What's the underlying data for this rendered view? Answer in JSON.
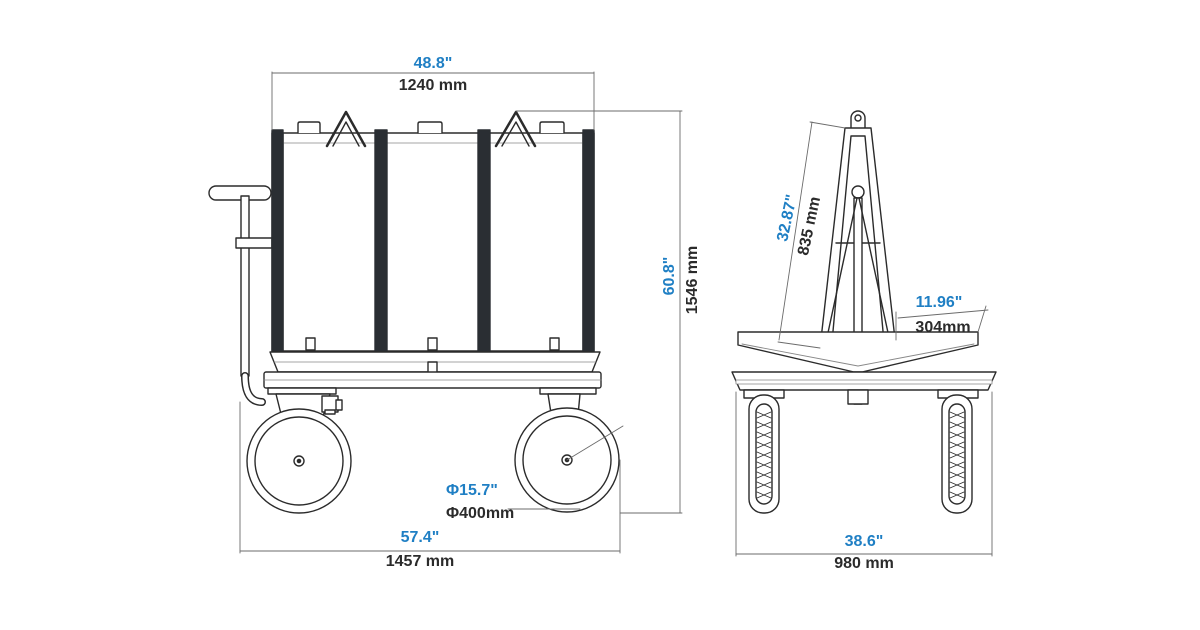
{
  "colors": {
    "imperial": "#1f7fc4",
    "metric": "#2b2b2b",
    "line": "#2b2b2b",
    "thin": "#6b6b6b",
    "strap": "#2a2e33",
    "fill": "#ffffff"
  },
  "dimensions": {
    "top_width": {
      "imperial": "48.8\"",
      "metric": "1240 mm"
    },
    "height": {
      "imperial": "60.8\"",
      "metric": "1546 mm"
    },
    "wheel": {
      "imperial": "Φ15.7\"",
      "metric": "Φ400mm"
    },
    "overall_length": {
      "imperial": "57.4\"",
      "metric": "1457 mm"
    },
    "a_frame": {
      "imperial": "32.87\"",
      "metric": "835 mm"
    },
    "base_wing": {
      "imperial": "11.96\"",
      "metric": "304mm"
    },
    "overall_width": {
      "imperial": "38.6\"",
      "metric": "980 mm"
    }
  },
  "views": {
    "side": {
      "icon": "glass-transport-cart-side-view"
    },
    "end": {
      "icon": "glass-transport-cart-end-view"
    }
  }
}
